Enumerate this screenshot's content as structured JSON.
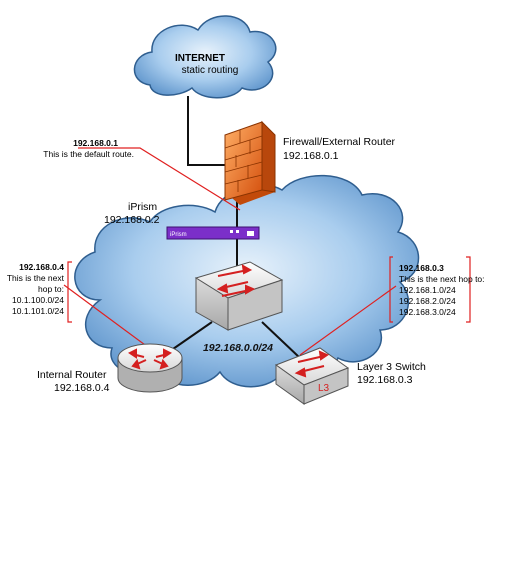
{
  "internet": {
    "title": "INTERNET",
    "subtitle": "static routing"
  },
  "firewall": {
    "name": "Firewall/External Router",
    "ip": "192.168.0.1"
  },
  "iprism": {
    "name": "iPrism",
    "ip": "192.168.0.2",
    "device_label": "iPrism"
  },
  "network": {
    "subnet": "192.168.0.0/24"
  },
  "internal_router": {
    "name": "Internal Router",
    "ip": "192.168.0.4"
  },
  "l3_switch": {
    "name": "Layer 3 Switch",
    "ip": "192.168.0.3",
    "badge": "L3"
  },
  "callouts": {
    "default_route": {
      "ip": "192.168.0.1",
      "text": "This is the default route."
    },
    "router_hop": {
      "ip": "192.168.0.4",
      "lines": [
        "This is the next",
        "hop to:",
        "10.1.100.0/24",
        "10.1.101.0/24"
      ]
    },
    "switch_hop": {
      "ip": "192.168.0.3",
      "lines": [
        "This is the next hop to:",
        "192.168.1.0/24",
        "192.168.2.0/24",
        "192.168.3.0/24"
      ]
    }
  },
  "colors": {
    "callout": "#e02020",
    "cloud_blue": "#7fb2e0",
    "iprism": "#7b2fc9",
    "firewall": "#e86a1a"
  }
}
